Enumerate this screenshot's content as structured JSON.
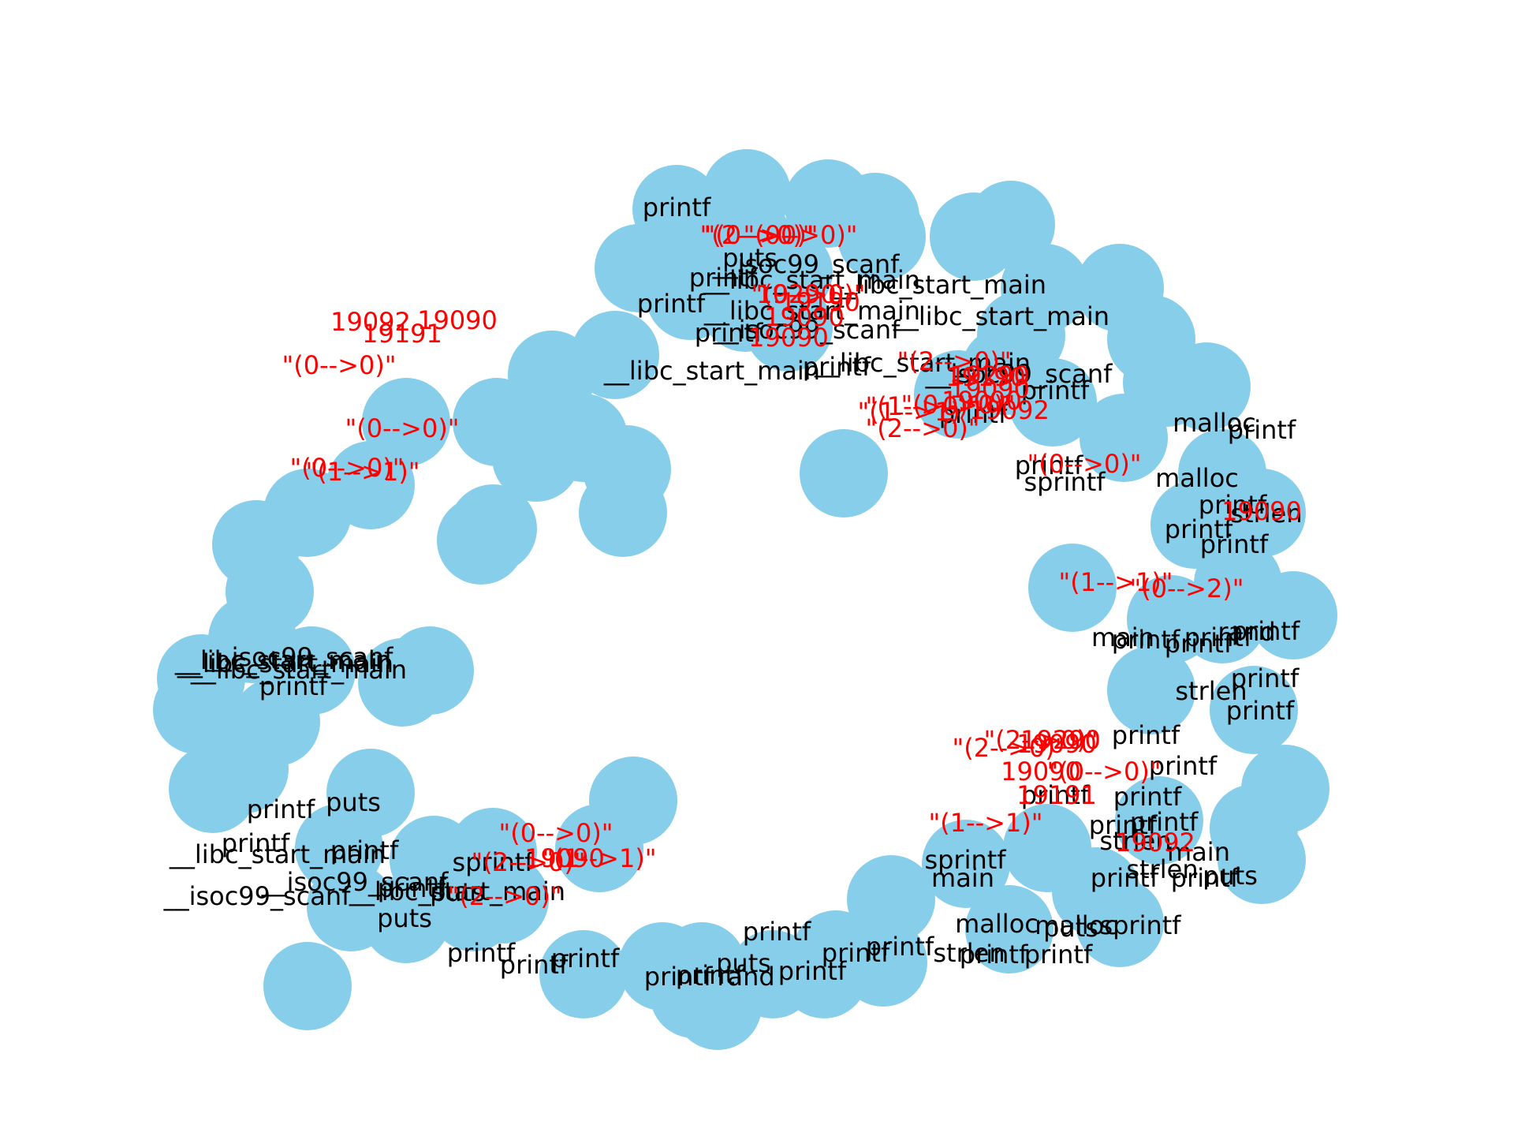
{
  "diagram": {
    "node_fill": "#87ceeb",
    "node_label_color": "#000000",
    "edge_label_color": "#ff0000",
    "node_labels": [
      "printf",
      "puts",
      "__isoc99_scanf",
      "__libc_start_main",
      "printf",
      "printf",
      "__isoc99_scanf",
      "printf",
      "__libc_start_main",
      "printf",
      "__libc_start_main",
      "__libc_start_main",
      "__libc_start_main",
      "__isoc99_scanf",
      "__libc_start_main",
      "printf",
      "printf",
      "printf",
      "sprintf",
      "malloc",
      "malloc",
      "printf",
      "strlen",
      "printf",
      "printf",
      "printf",
      "rand",
      "printf",
      "printf",
      "printf",
      "printf",
      "main",
      "strlen",
      "printf",
      "printf",
      "printf",
      "printf",
      "printf",
      "printf",
      "printf",
      "printf",
      "printf",
      "strlen",
      "puts",
      "main",
      "printf",
      "sprintf",
      "strlen",
      "malloc",
      "malloc",
      "main",
      "sprintf",
      "strlen",
      "puts",
      "printf",
      "printf",
      "printf",
      "printf",
      "printf",
      "printf",
      "rand",
      "printf",
      "printf",
      "puts",
      "printf",
      "printf",
      "printf",
      "sprintf",
      "puts",
      "printf",
      "puts",
      "__isoc99_scanf",
      "__libc_start_main",
      "printf",
      "puts",
      "__isoc99_scanf",
      "__libc_start_main",
      "printf",
      "printf",
      "__libc_start_main",
      "__libc_start_main",
      "__isoc99_scanf",
      "__libc_start_main",
      "printf"
    ],
    "edge_labels": [
      "\"(2-->0)\"",
      "\"(0-->0)\"",
      "19290",
      "19090",
      "\"(0-->0)\"",
      "19190",
      "19090",
      "\"(0-->0)\"",
      "19092",
      "19191",
      "19090",
      "\"(0-->0)\"",
      "\"(0-->0)\"",
      "\"(1-->1)\"",
      "\"(0-->0)\"",
      "\"(2-->0)\"",
      "19290",
      "19090",
      "19190",
      "19090",
      "19092",
      "\"(1-->1)\"",
      "\"(0-->2)\"",
      "19191",
      "19092",
      "19090",
      "\"(0-->0)\"",
      "\"(0-->0)\"",
      "19090",
      "\"(2-->0)\"",
      "\"(2-->0)\"",
      "\"(1-->1)\"",
      "19290",
      "19090",
      "\"(0-->0)\"",
      "\"(2-->0)\"",
      "\"(1-->0)\"",
      "\"(1-->1)\"",
      "\"(0-->0)\"",
      "19090",
      "\"(2-->0)\"",
      "\"(2-->0)\"",
      "\"(1-->1)\""
    ]
  }
}
